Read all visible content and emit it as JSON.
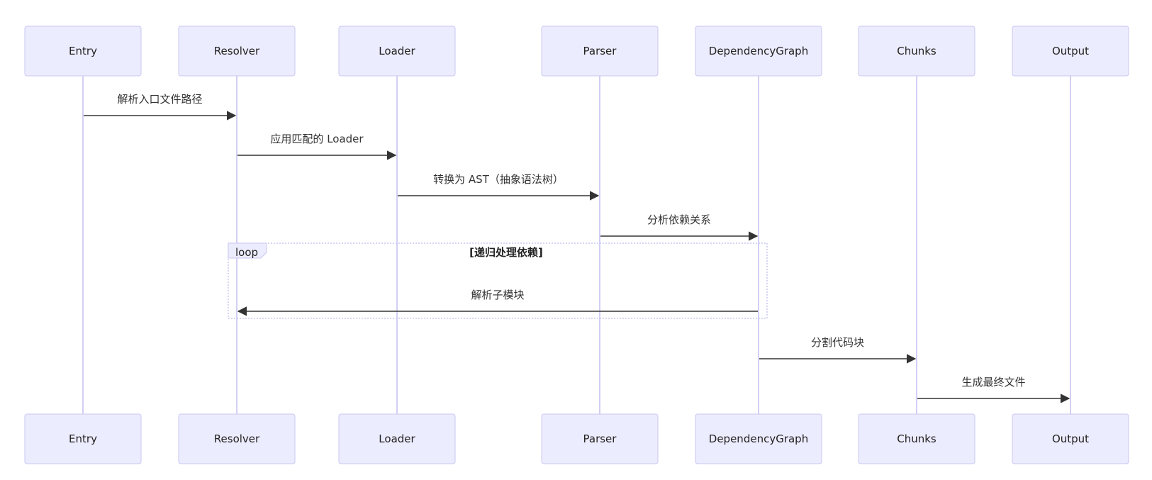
{
  "diagram": {
    "type": "sequence",
    "colors": {
      "actor_fill": "#ECECFF",
      "actor_stroke": "#C9C7F2",
      "lifeline": "#D2CFF4",
      "message": "#333333",
      "background": "#ffffff"
    },
    "participants": [
      {
        "id": "entry",
        "label": "Entry"
      },
      {
        "id": "resolver",
        "label": "Resolver"
      },
      {
        "id": "loader",
        "label": "Loader"
      },
      {
        "id": "parser",
        "label": "Parser"
      },
      {
        "id": "graph",
        "label": "DependencyGraph"
      },
      {
        "id": "chunks",
        "label": "Chunks"
      },
      {
        "id": "output",
        "label": "Output"
      }
    ],
    "messages": [
      {
        "from": "entry",
        "to": "resolver",
        "label": "解析入口文件路径"
      },
      {
        "from": "resolver",
        "to": "loader",
        "label": "应用匹配的 Loader"
      },
      {
        "from": "loader",
        "to": "parser",
        "label": "转换为 AST（抽象语法树）"
      },
      {
        "from": "parser",
        "to": "graph",
        "label": "分析依赖关系"
      },
      {
        "from": "graph",
        "to": "resolver",
        "label": "解析子模块"
      },
      {
        "from": "graph",
        "to": "chunks",
        "label": "分割代码块"
      },
      {
        "from": "chunks",
        "to": "output",
        "label": "生成最终文件"
      }
    ],
    "loop": {
      "keyword": "loop",
      "condition": "[递归处理依赖]",
      "covers": [
        "resolver",
        "graph"
      ]
    }
  }
}
